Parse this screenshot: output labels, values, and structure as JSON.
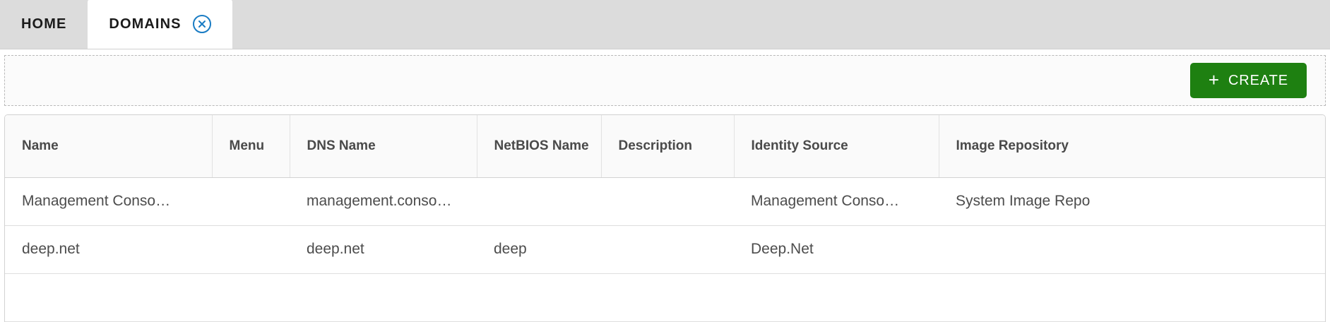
{
  "tabs": [
    {
      "label": "HOME",
      "active": false,
      "closable": false
    },
    {
      "label": "DOMAINS",
      "active": true,
      "closable": true,
      "close_icon": "close-circle-icon"
    }
  ],
  "toolbar": {
    "create_label": "CREATE",
    "create_icon": "plus-icon",
    "create_color": "#1e8011"
  },
  "grid": {
    "columns": [
      "Name",
      "Menu",
      "DNS Name",
      "NetBIOS Name",
      "Description",
      "Identity Source",
      "Image Repository"
    ],
    "rows": [
      {
        "name": "Management Conso…",
        "menu": "",
        "dns_name": "management.conso…",
        "netbios_name": "",
        "description": "",
        "identity_source": "Management Conso…",
        "image_repository": "System Image Repo"
      },
      {
        "name": "deep.net",
        "menu": "",
        "dns_name": "deep.net",
        "netbios_name": "deep",
        "description": "",
        "identity_source": "Deep.Net",
        "image_repository": ""
      }
    ]
  },
  "colors": {
    "tabbar_bg": "#dcdcdc",
    "active_tab_bg": "#ffffff",
    "close_icon": "#1a7cc4",
    "header_text": "#4a4a4a",
    "cell_text": "#4c4c4c"
  }
}
